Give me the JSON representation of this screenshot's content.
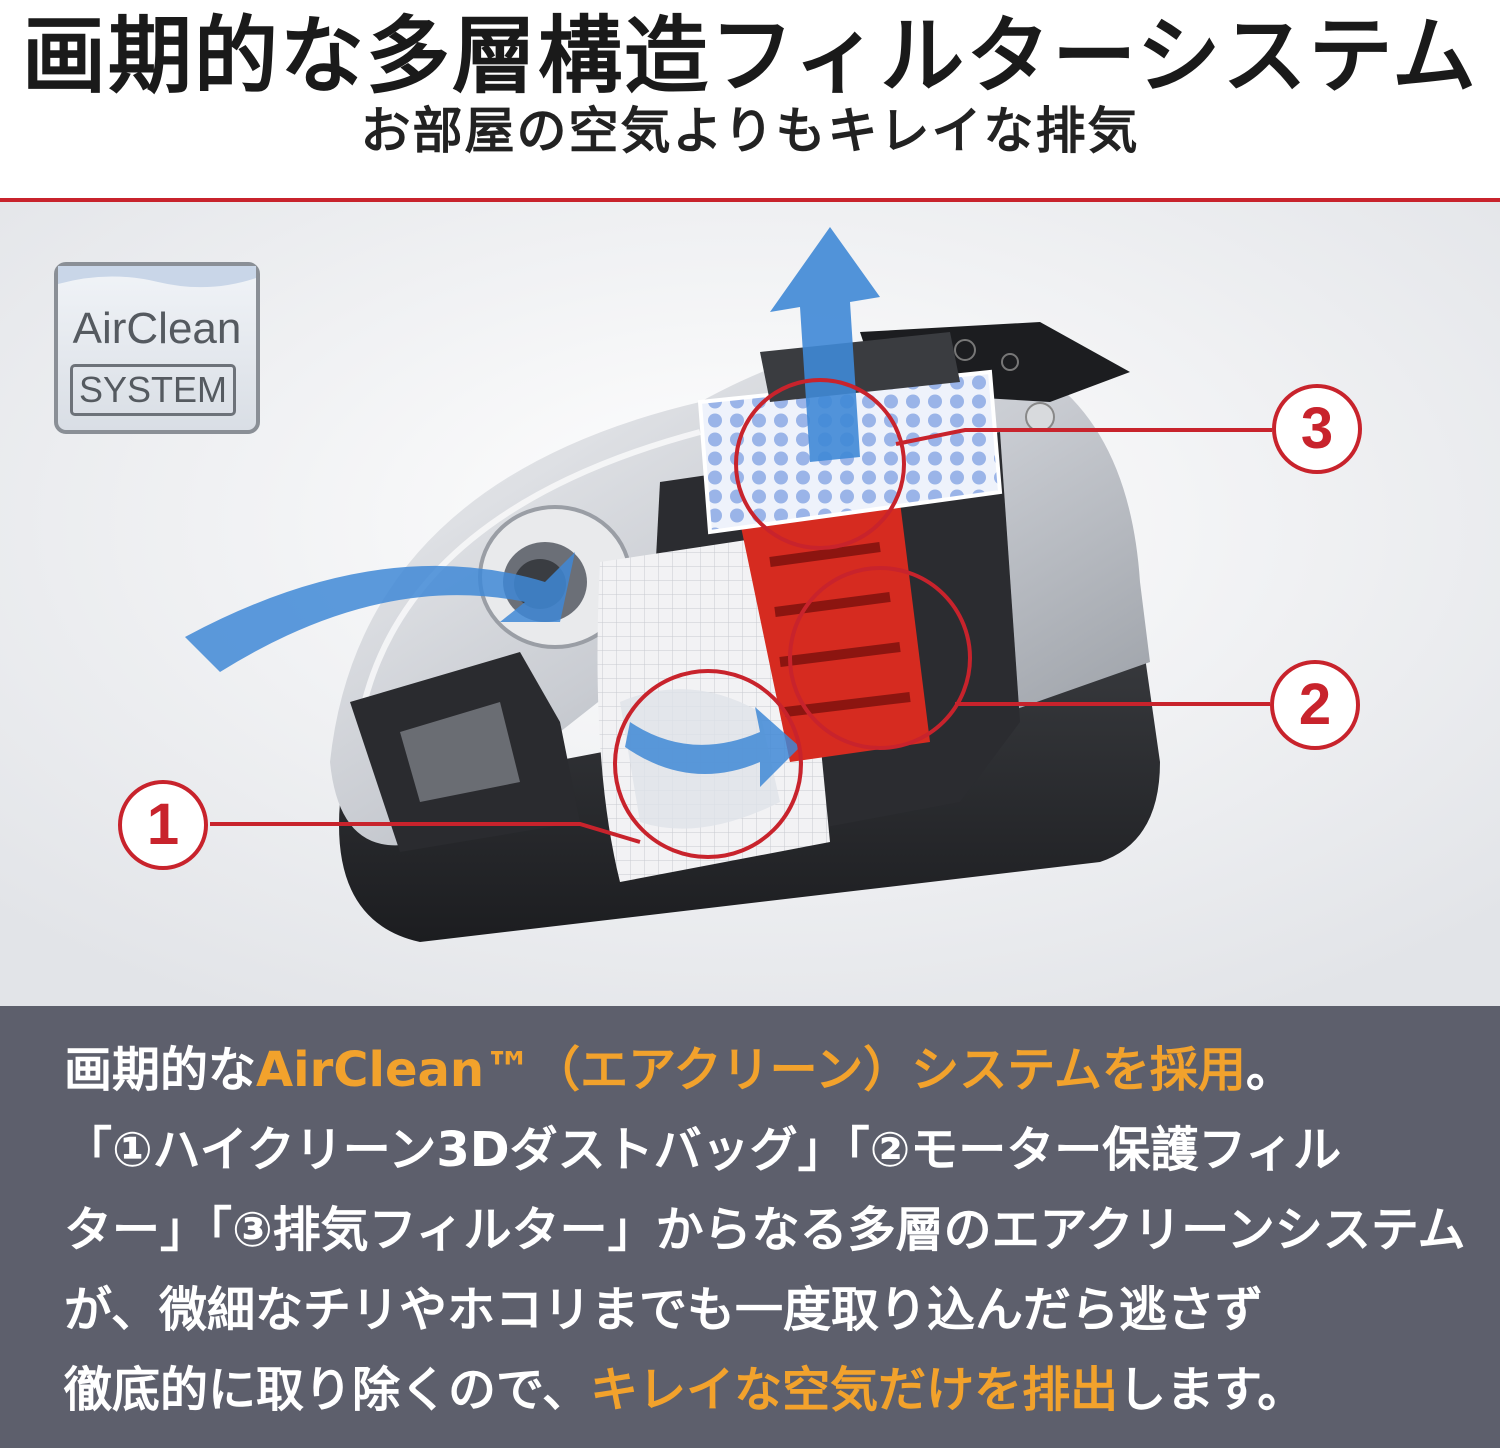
{
  "header": {
    "title": "画期的な多層構造フィルターシステム",
    "subtitle": "お部屋の空気よりもキレイな排気"
  },
  "badge": {
    "line1": "AirClean",
    "line2": "SYSTEM"
  },
  "callouts": {
    "one": "1",
    "two": "2",
    "three": "3"
  },
  "description": {
    "line1_a": "画期的な",
    "line1_b": "AirClean™（エアクリーン）システムを採用",
    "line1_c": "。",
    "line2": "「①ハイクリーン3Dダストバッグ」「②モーター保護フィル",
    "line3": "ター」「③排気フィルター」からなる多層のエアクリーンシステム",
    "line4": "が、微細なチリやホコリまでも一度取り込んだら逃さず",
    "line5_a": "徹底的に取り除くので、",
    "line5_b": "キレイな空気だけを排出",
    "line5_c": "します。"
  },
  "colors": {
    "accent_red": "#c8232c",
    "highlight_orange": "#f2a22c",
    "panel_gray": "#5d5f6c",
    "airflow_blue": "#3f88d6"
  }
}
